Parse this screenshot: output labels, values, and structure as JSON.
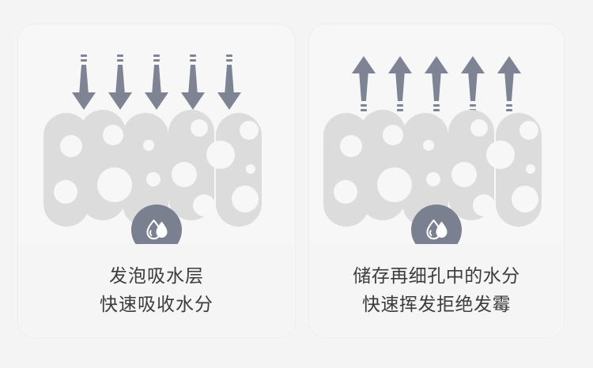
{
  "background_color": "#f4f4f4",
  "card_background": "#f7f7f7",
  "caption_band_color": "#f5f5f5",
  "arrow_color": "#7e8494",
  "foam_color": "#dcdcdc",
  "hole_color": "#f7f7f7",
  "badge_color": "#7b8090",
  "badge_icon_color": "#ffffff",
  "text_color": "#3c3c3c",
  "panels": [
    {
      "id": "absorb",
      "arrow_direction": "down",
      "arrow_count": 5,
      "arrow_icon": "arrow-down-icon",
      "foam_icon": "foam-layer-icon",
      "badge_icon": "water-droplets-icon",
      "caption_line1": "发泡吸水层",
      "caption_line2": "快速吸收水分"
    },
    {
      "id": "evaporate",
      "arrow_direction": "up",
      "arrow_count": 5,
      "arrow_icon": "arrow-up-icon",
      "foam_icon": "foam-layer-icon",
      "badge_icon": "water-droplets-icon",
      "caption_line1": "储存再细孔中的水分",
      "caption_line2": "快速挥发拒绝发霉"
    }
  ]
}
